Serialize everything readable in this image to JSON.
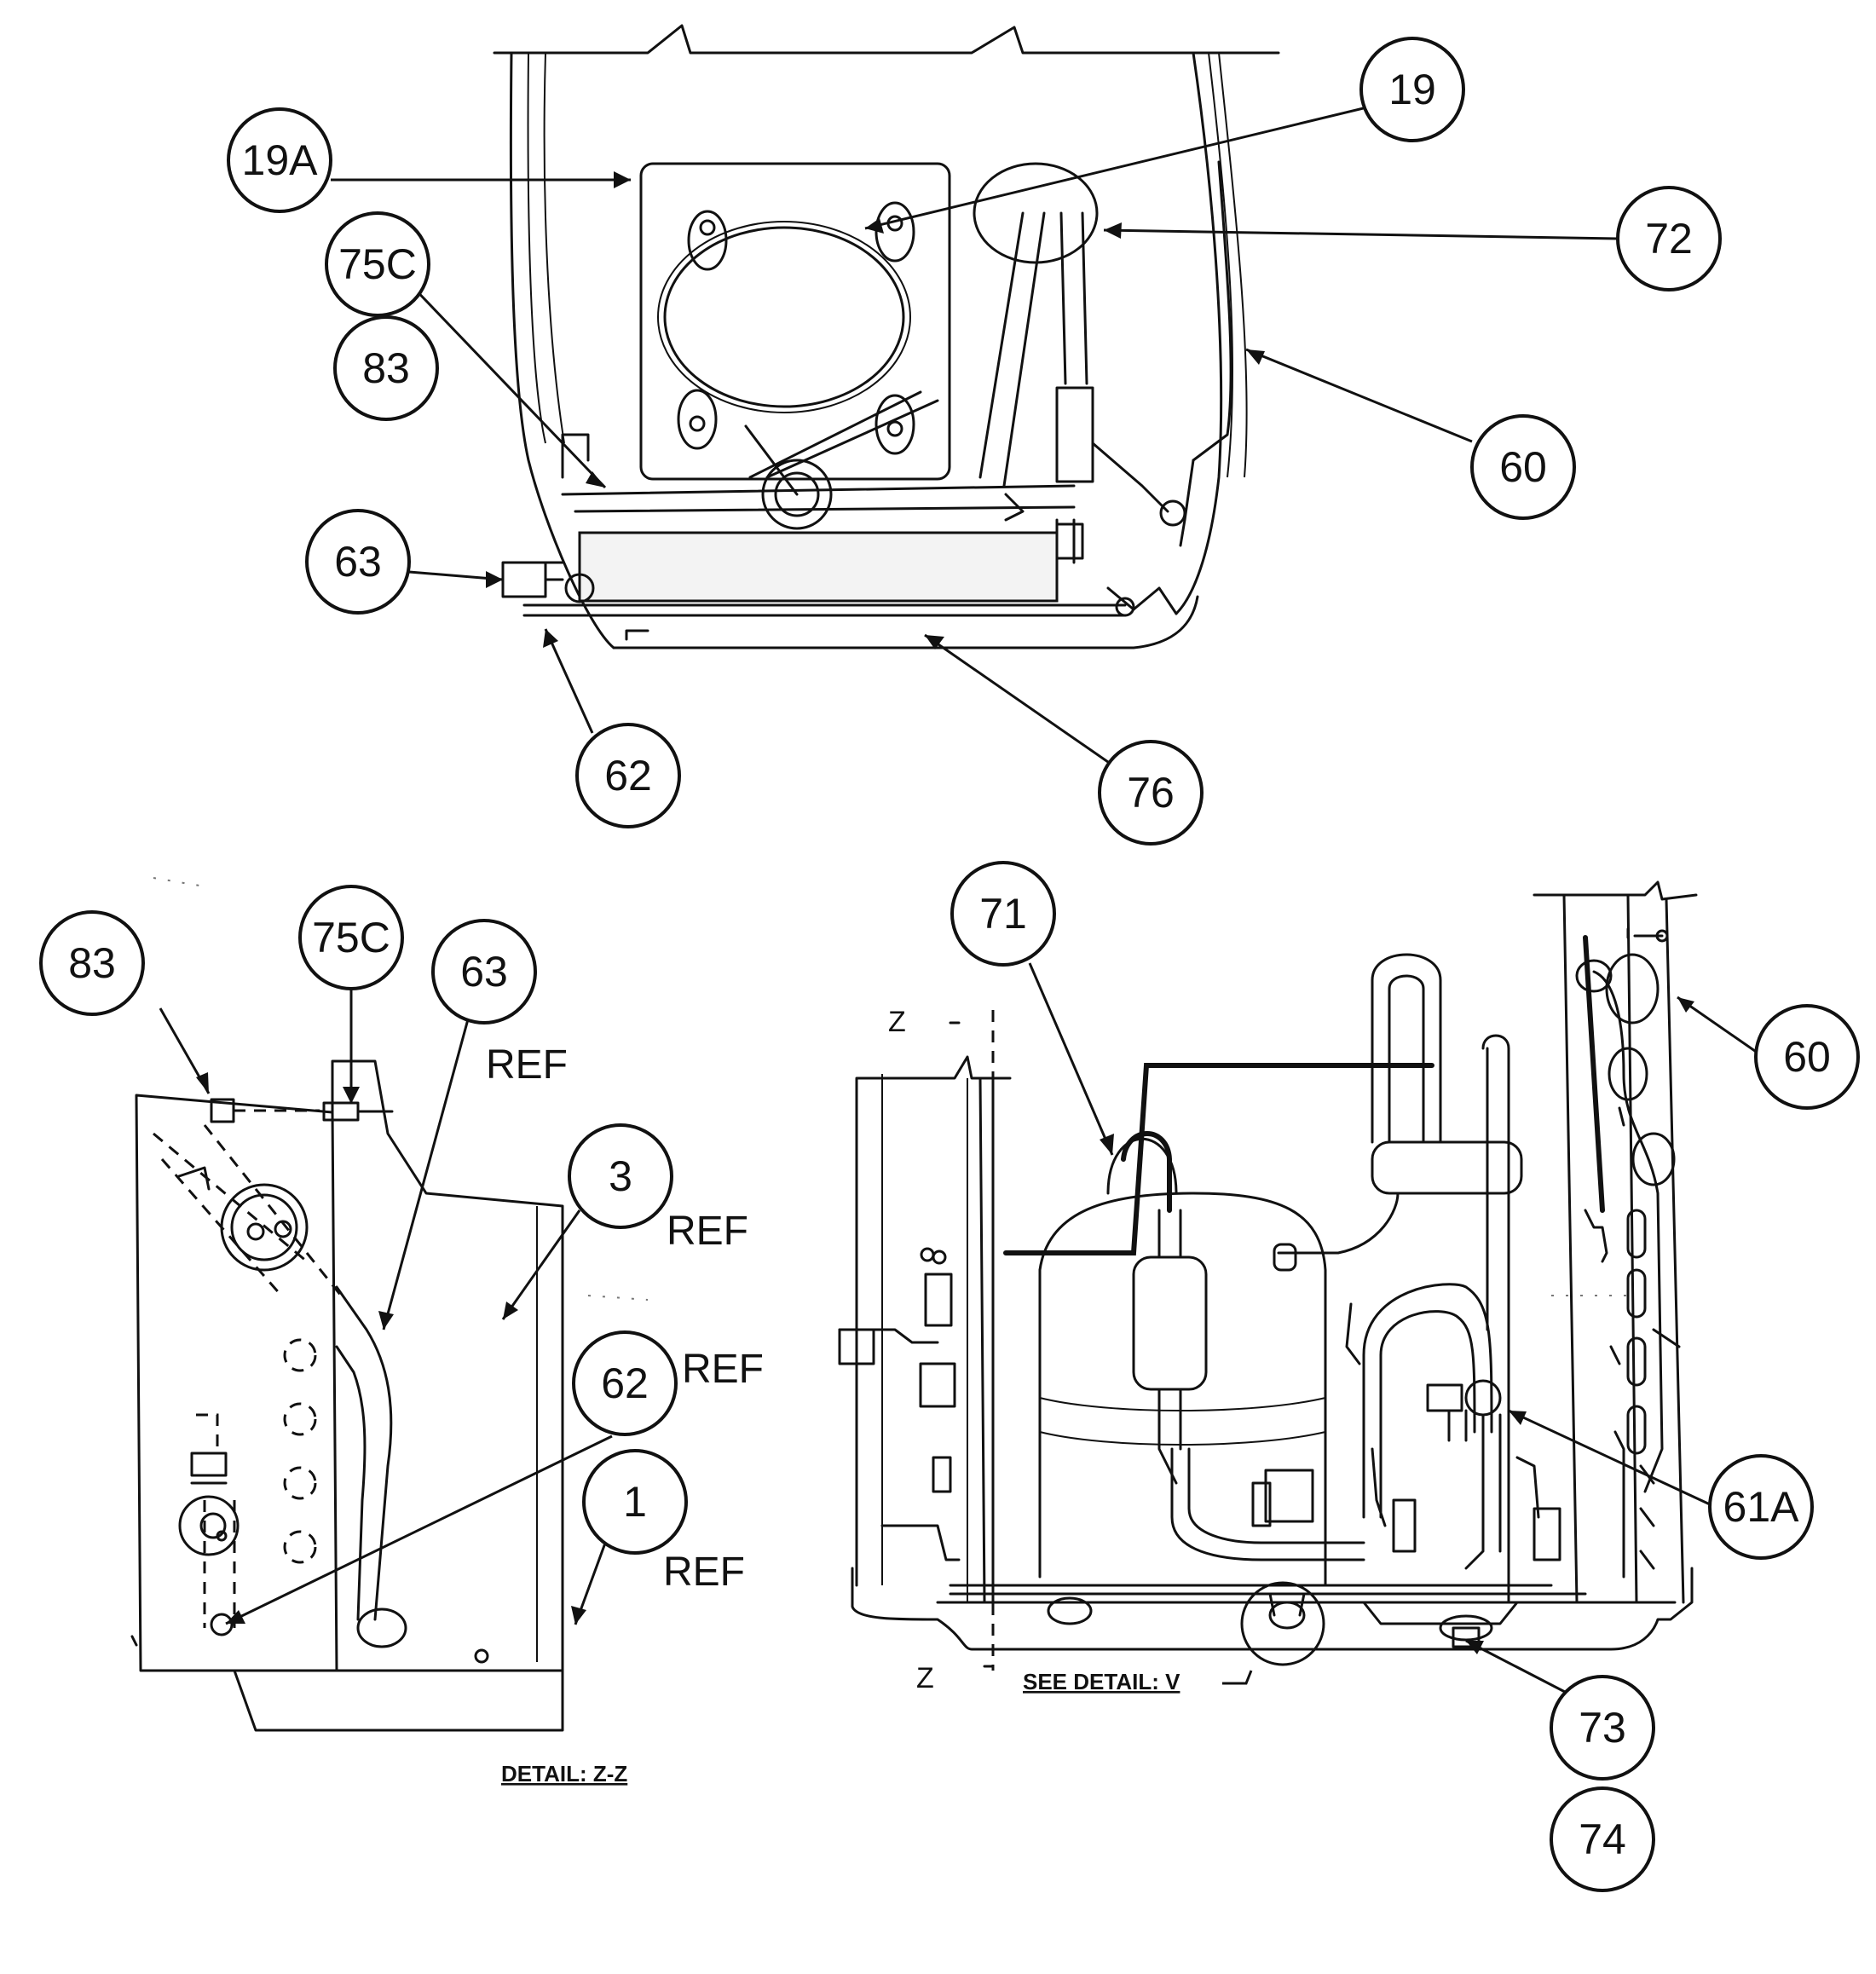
{
  "callouts": {
    "top": {
      "c19a": "19A",
      "c19": "19",
      "c72": "72",
      "c75c": "75C",
      "c83": "83",
      "c60": "60",
      "c63": "63",
      "c62": "62",
      "c76": "76"
    },
    "left": {
      "c83": "83",
      "c75c": "75C",
      "c63": "63",
      "c3": "3",
      "c62": "62",
      "c1": "1"
    },
    "right": {
      "c71": "71",
      "c60": "60",
      "c61a": "61A",
      "c73": "73",
      "c74": "74"
    }
  },
  "ref_labels": {
    "ref_63": "REF",
    "ref_3": "REF",
    "ref_62": "REF",
    "ref_1": "REF"
  },
  "section_marks": {
    "z_top": "Z",
    "z_bottom": "Z"
  },
  "captions": {
    "detail_zz": "DETAIL: Z-Z",
    "see_detail_v": "SEE DETAIL: V"
  }
}
